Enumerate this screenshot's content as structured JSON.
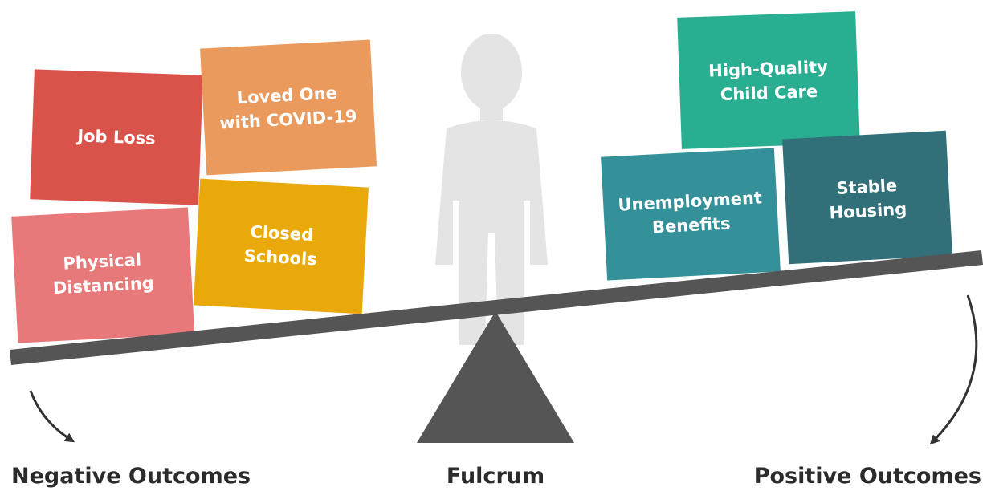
{
  "negative_side": {
    "blocks": [
      {
        "lines": [
          "Job Loss"
        ],
        "color": "#d9534b"
      },
      {
        "lines": [
          "Loved One",
          "with COVID-19"
        ],
        "color": "#eb9a5e"
      },
      {
        "lines": [
          "Physical",
          "Distancing"
        ],
        "color": "#e7797a"
      },
      {
        "lines": [
          "Closed",
          "Schools"
        ],
        "color": "#e9a90a"
      }
    ]
  },
  "positive_side": {
    "blocks": [
      {
        "lines": [
          "High-Quality",
          "Child Care"
        ],
        "color": "#2aae91"
      },
      {
        "lines": [
          "Unemployment",
          "Benefits"
        ],
        "color": "#34919a"
      },
      {
        "lines": [
          "Stable",
          "Housing"
        ],
        "color": "#317079"
      }
    ]
  },
  "labels": {
    "negative": "Negative Outcomes",
    "fulcrum": "Fulcrum",
    "positive": "Positive Outcomes"
  },
  "colors": {
    "beam": "#555555",
    "fulcrum": "#555555",
    "child_silhouette": "#e4e4e4",
    "arrow": "#333333",
    "label_text": "#2b2b2b"
  },
  "icons": [
    "child-silhouette-icon",
    "curved-arrow-down-left-icon",
    "curved-arrow-down-right-icon"
  ]
}
